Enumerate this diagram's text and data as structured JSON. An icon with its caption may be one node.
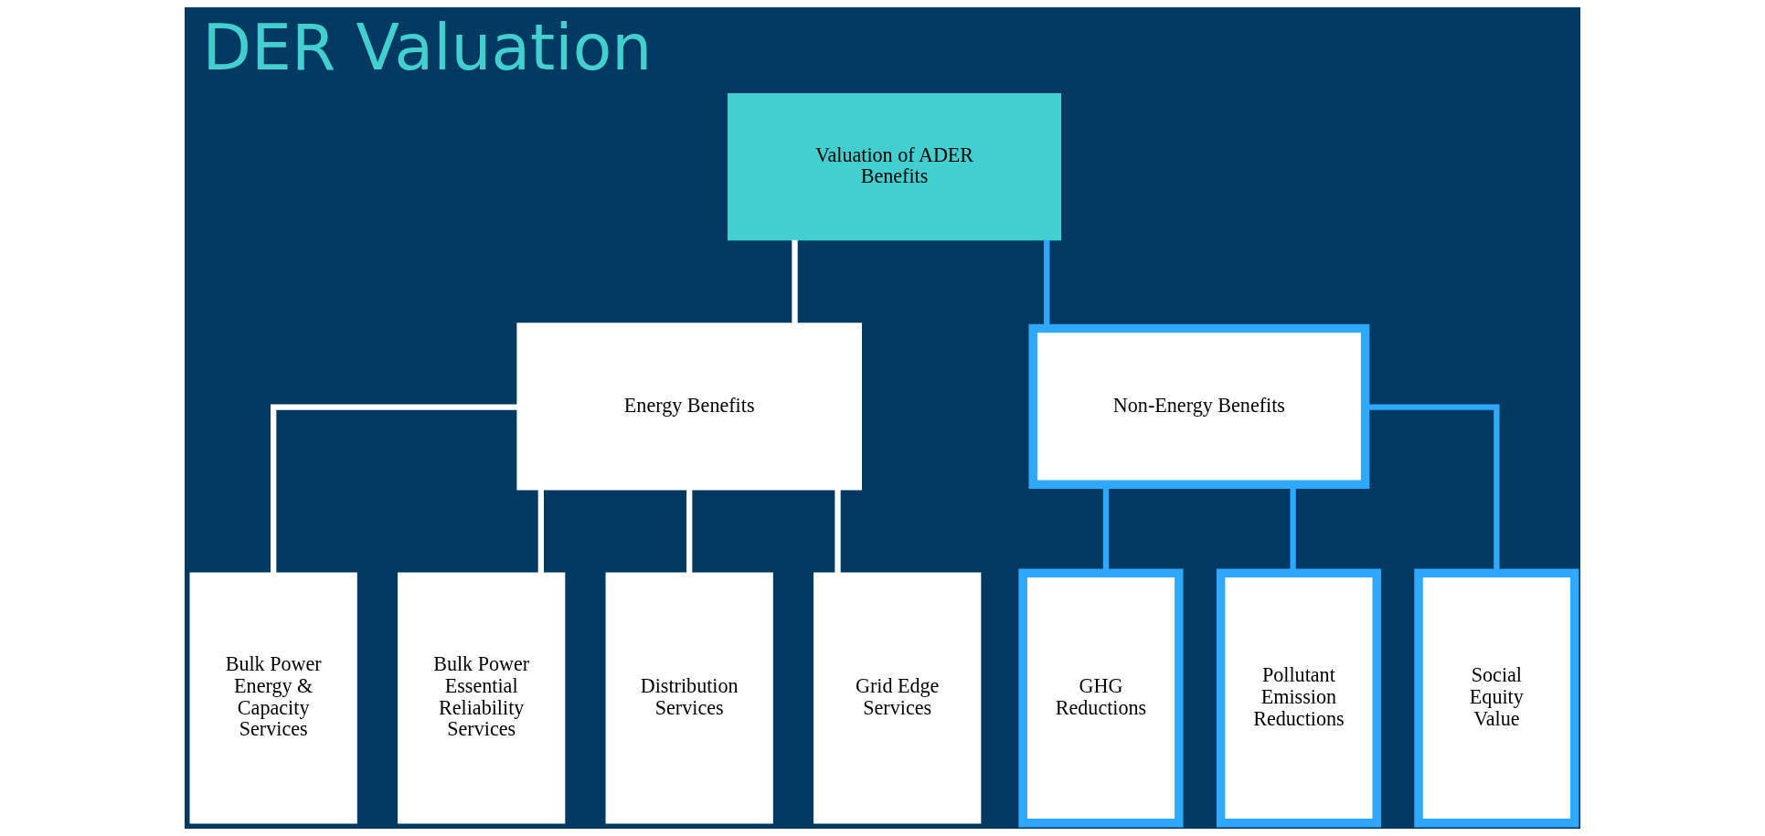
{
  "diagram": {
    "title": "DER Valuation",
    "nodes": [
      {
        "text": [
          "Valuation of ADER Benefits"
        ]
      },
      {
        "text": [
          "Energy Benefits"
        ]
      },
      {
        "text": [
          "Non-Energy Benefits"
        ]
      },
      {
        "text": [
          "Bulk Power Energy & Capacity Services"
        ]
      },
      {
        "text": [
          "Bulk Power Essential Reliability Services"
        ]
      },
      {
        "text": [
          "Distribution Services"
        ]
      },
      {
        "text": [
          "Grid Edge Services"
        ]
      },
      {
        "text": [
          "GHG Reductions"
        ]
      },
      {
        "text": [
          "Pollutant Emission Reductions"
        ]
      },
      {
        "text": [
          "Social Equity Value"
        ]
      }
    ],
    "edges": [
      {
        "from": 0,
        "to": 1,
        "arrow": "none"
      },
      {
        "from": 0,
        "to": 2,
        "arrow": "none",
        "color": "#2fa8ff"
      },
      {
        "from": 1,
        "to": 3,
        "arrow": "none"
      },
      {
        "from": 1,
        "to": 4,
        "arrow": "none"
      },
      {
        "from": 1,
        "to": 5,
        "arrow": "none"
      },
      {
        "from": 1,
        "to": 6,
        "arrow": "none"
      },
      {
        "from": 2,
        "to": 7,
        "arrow": "none",
        "color": "#2fa8ff"
      },
      {
        "from": 2,
        "to": 8,
        "arrow": "none",
        "color": "#2fa8ff"
      },
      {
        "from": 2,
        "to": 9,
        "arrow": "none",
        "color": "#2fa8ff"
      }
    ]
  }
}
